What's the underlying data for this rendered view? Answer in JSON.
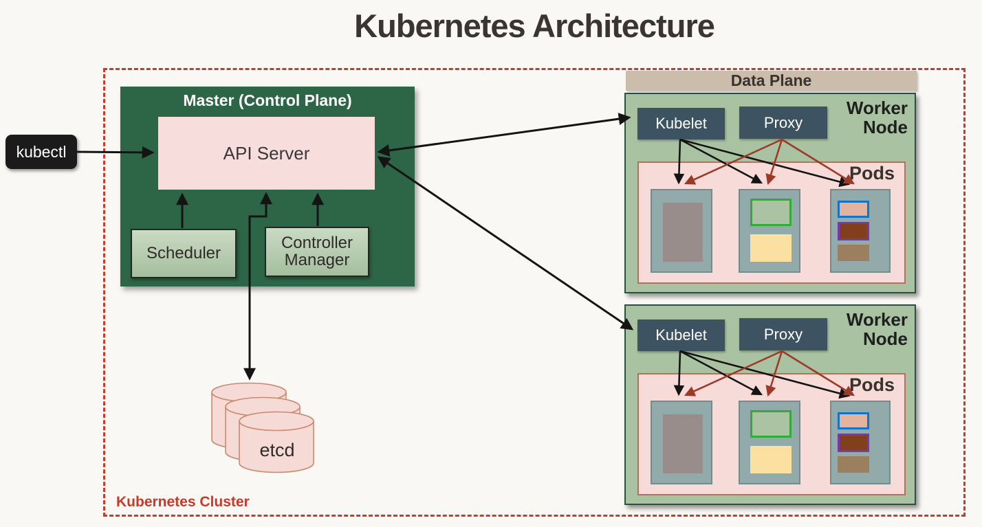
{
  "title": "Kubernetes Architecture",
  "cluster": {
    "label": "Kubernetes Cluster"
  },
  "kubectl": {
    "label": "kubectl"
  },
  "master": {
    "title": "Master (Control Plane)",
    "api_server": "API Server",
    "scheduler": "Scheduler",
    "controller_manager": "Controller Manager"
  },
  "etcd": {
    "label": "etcd"
  },
  "data_plane": {
    "label": "Data Plane"
  },
  "worker_nodes": [
    {
      "title": "Worker Node",
      "kubelet": "Kubelet",
      "proxy": "Proxy",
      "pods_label": "Pods"
    },
    {
      "title": "Worker Node",
      "kubelet": "Kubelet",
      "proxy": "Proxy",
      "pods_label": "Pods"
    }
  ],
  "colors": {
    "background": "#faf8f4",
    "cluster_border_red": "#c43c2c",
    "master_green": "#2d6547",
    "api_server_pink": "#f7dedd",
    "component_light_green": "#b8cdb2",
    "worker_node_green": "#a9c3a2",
    "kubelet_proxy_slate": "#3d5361",
    "pods_area_pink": "#f6dbd9",
    "pod_blue_gray": "#92aaa9",
    "data_plane_tan": "#cbbcab",
    "arrow_black": "#141414",
    "arrow_red": "#9c3a28",
    "etcd_fill": "#f6dad5",
    "etcd_stroke": "#c98a70"
  }
}
